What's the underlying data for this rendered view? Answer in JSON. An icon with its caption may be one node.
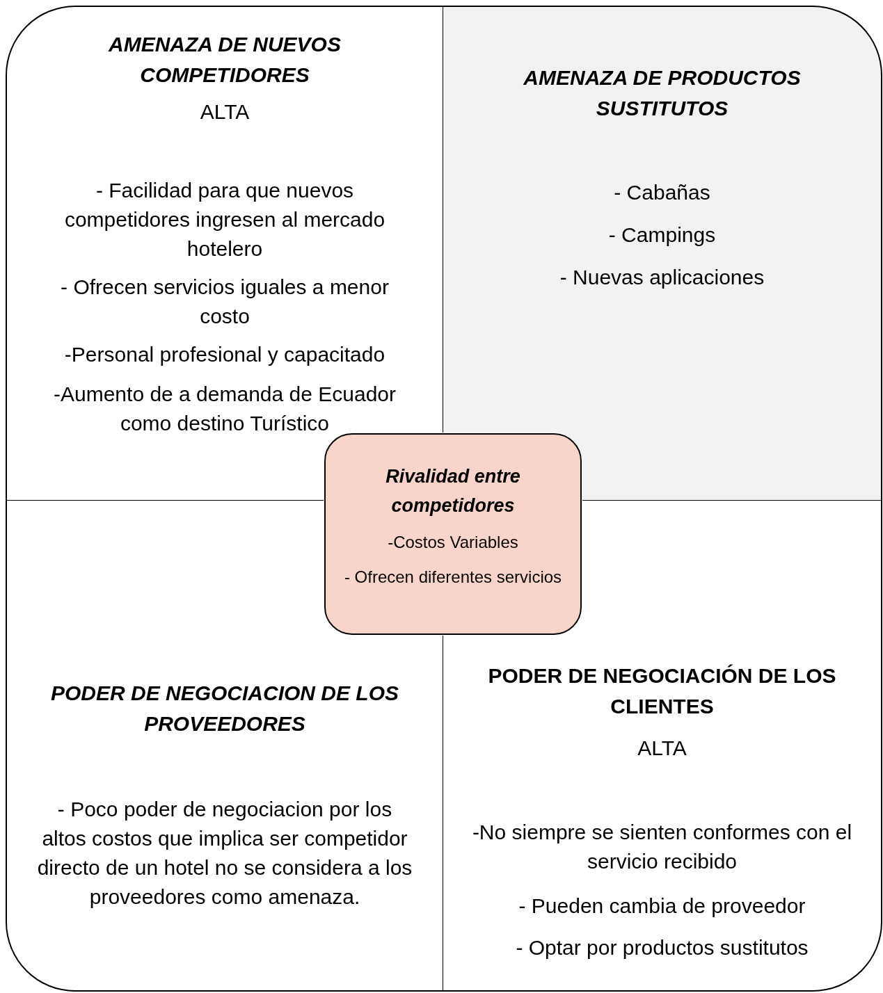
{
  "diagram": {
    "nodes": [
      {
        "text": [
          "AMENAZA DE NUEVOS COMPETIDORES",
          "ALTA",
          "- Facilidad para que nuevos competidores ingresen al mercado hotelero",
          "- Ofrecen servicios iguales a menor costo",
          "-Personal profesional y capacitado",
          "-Aumento de a demanda de Ecuador como destino Turístico"
        ]
      },
      {
        "text": [
          "AMENAZA DE PRODUCTOS SUSTITUTOS",
          "- Cabañas",
          "- Campings",
          "- Nuevas aplicaciones"
        ]
      },
      {
        "text": [
          "Rivalidad entre competidores",
          "-Costos Variables",
          "- Ofrecen diferentes servicios"
        ]
      },
      {
        "text": [
          "PODER DE NEGOCIACION DE LOS PROVEEDORES",
          "- Poco poder de negociacion por los altos costos que implica ser competidor directo de un hotel no se considera a los proveedores como amenaza."
        ]
      },
      {
        "text": [
          "PODER DE NEGOCIACIÓN DE LOS CLIENTES",
          "ALTA",
          "-No siempre se sienten conformes con el servicio recibido",
          "- Pueden cambia de proveedor",
          "- Optar por productos sustitutos"
        ]
      }
    ]
  }
}
